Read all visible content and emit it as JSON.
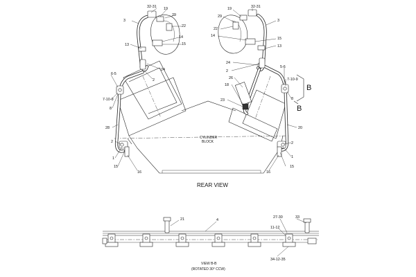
{
  "captions": {
    "rear_view": "REAR VIEW",
    "cylinder_block_line1": "CYLINDER",
    "cylinder_block_line2": "BLOCK",
    "view_bb_line1": "VIEW B-B",
    "view_bb_line2": "(ROTATED 30° CCW)"
  },
  "view_markers": {
    "upper": "B",
    "lower": "B"
  },
  "callouts": {
    "left": {
      "c32_31": "32-31",
      "c19": "19",
      "c29": "29",
      "c3": "3",
      "c22": "22",
      "c14": "14",
      "c15": "15",
      "c13": "13",
      "c24": "24",
      "c2a": "2",
      "c6_5": "6-5",
      "c7_10_9": "7-10-9",
      "c8": "8",
      "c28": "28",
      "c2b": "2",
      "c1": "1",
      "c15b": "15",
      "c16": "16"
    },
    "right": {
      "c19": "19",
      "c32_31": "32-31",
      "c29": "29",
      "c3": "3",
      "c22": "22",
      "c14": "14",
      "c15": "15",
      "c13": "13",
      "c24": "24",
      "c2a": "2",
      "c5_6": "5-6",
      "c7_10_9": "7-10-9",
      "c8": "8",
      "c26": "26",
      "c18": "18",
      "c23": "23",
      "c20": "20",
      "c2b": "2",
      "c1": "1",
      "c15b": "15",
      "c16": "16"
    },
    "bottom": {
      "c21": "21",
      "c4": "4",
      "c27_30": "27-30",
      "c33": "33",
      "c11_12": "11-12",
      "c34_12_35": "34-12-35"
    }
  }
}
